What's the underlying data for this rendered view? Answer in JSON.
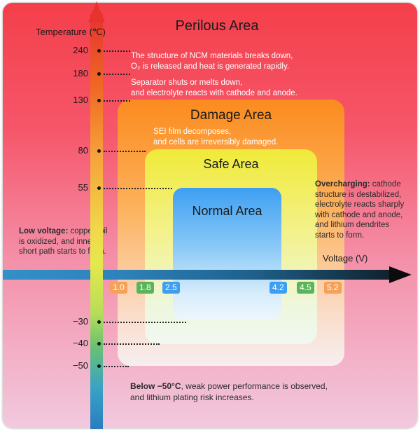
{
  "zones": {
    "perilous": "Perilous Area",
    "damage": "Damage Area",
    "safe": "Safe Area",
    "normal": "Normal Area"
  },
  "notes": {
    "ncm": [
      "The structure of NCM materials breaks down,",
      "O₂ is released and heat is generated rapidly."
    ],
    "separator": [
      "Separator shuts or melts down,",
      "and electrolyte reacts with cathode and anode."
    ],
    "sei": [
      "SEI film decomposes,",
      "and cells are irreversibly damaged."
    ],
    "overcharging": {
      "lead": "Overcharging:",
      "lines": [
        " cathode",
        "structure is destabilized,",
        "electrolyte reacts sharply",
        "with cathode and anode,",
        "and lithium dendrites",
        "starts to form."
      ]
    },
    "low_voltage": {
      "lead": "Low voltage:",
      "lines": [
        " copper foil",
        "is oxidized, and inner",
        "short path starts to form."
      ]
    },
    "below": {
      "lead": "Below −50°C",
      "lines": [
        ", weak power performance is observed,",
        "and lithium plating risk increases."
      ]
    }
  },
  "axes": {
    "temperature_label": "Temperature (℃)",
    "voltage_label": "Voltage (V)",
    "temperature_ticks": [
      "240",
      "180",
      "130",
      "80",
      "55",
      "−30",
      "−40",
      "−50"
    ],
    "voltage_ticks": [
      "1.0",
      "1.8",
      "2.5",
      "4.2",
      "4.5",
      "5.2"
    ]
  },
  "colors": {
    "damage": "#fb8b1f",
    "safe": "#f0ea39",
    "normal": "#3d9ff2",
    "perilous": "#f43f4a",
    "chip_orange": "#f6a15a",
    "chip_green": "#5bb45c",
    "chip_blue": "#3d9ff2"
  }
}
